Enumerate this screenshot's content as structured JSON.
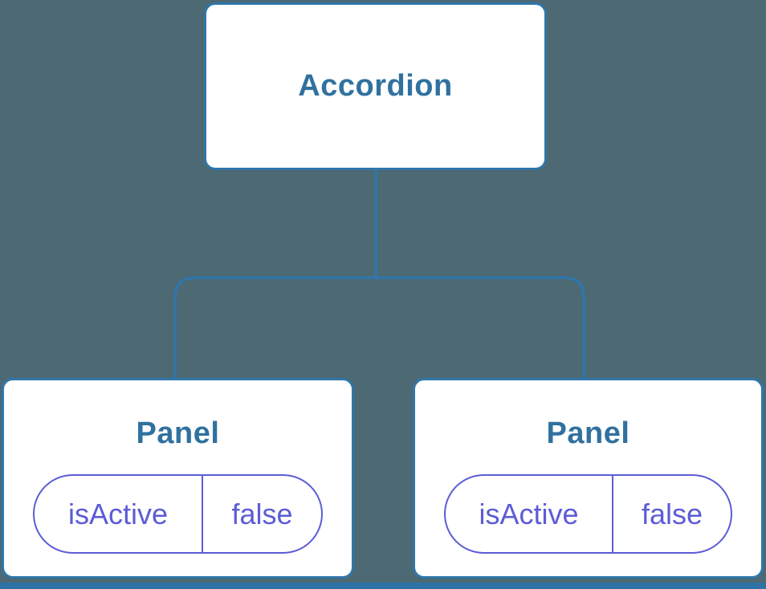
{
  "colors": {
    "background": "#4C6974",
    "connector": "#3076A9",
    "node-border": "#3076A9",
    "node-fill": "#FFFFFF",
    "node-label": "#30719F",
    "state": "#5C5CD6",
    "bottom-bar": "#2E72A6"
  },
  "tree": {
    "root": {
      "label": "Accordion"
    },
    "children": [
      {
        "label": "Panel",
        "state": {
          "name": "isActive",
          "value": "false"
        }
      },
      {
        "label": "Panel",
        "state": {
          "name": "isActive",
          "value": "false"
        }
      }
    ]
  }
}
